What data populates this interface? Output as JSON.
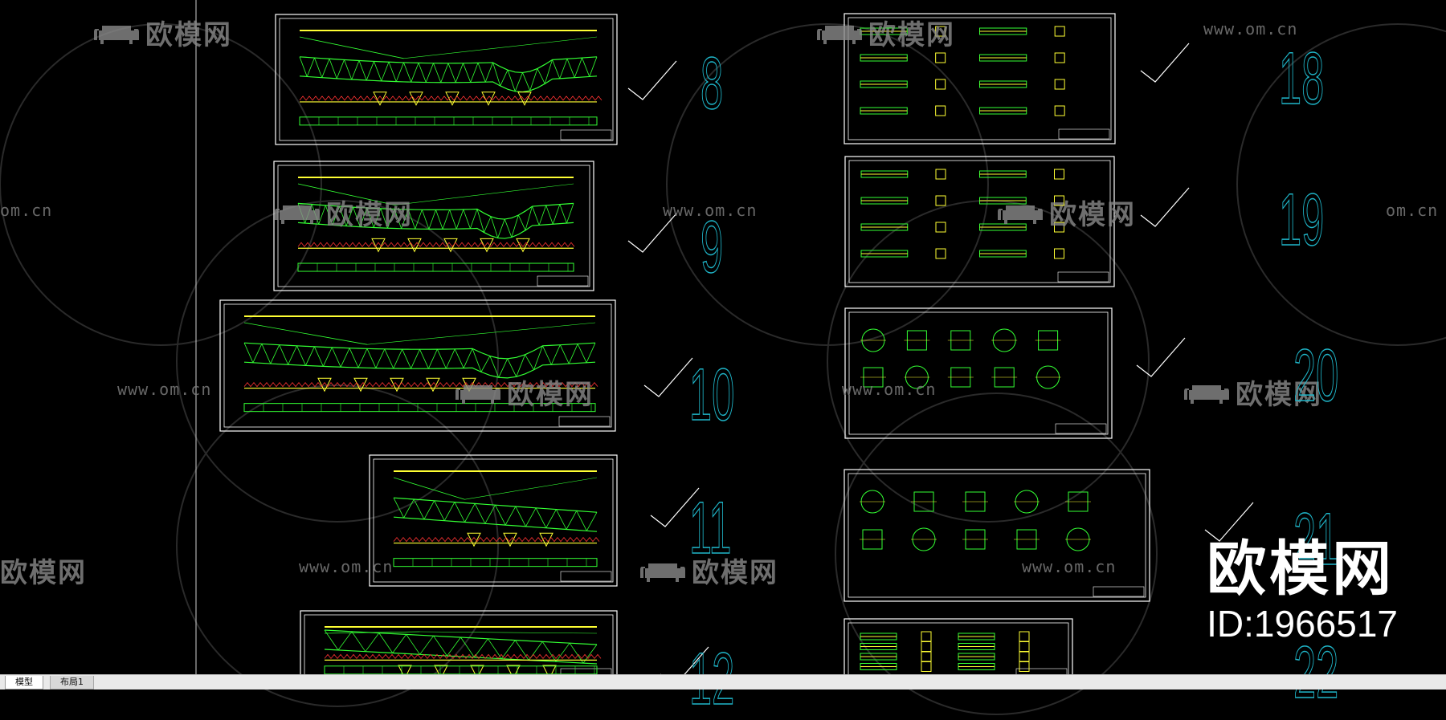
{
  "watermarks": {
    "url_text": "www.om.cn",
    "url_text_cut": "om.cn",
    "logo_text": "欧模网",
    "logo_text_cut": "欧模网"
  },
  "brand": {
    "name": "欧模网",
    "id": "ID:1966517"
  },
  "sheet_numbers": [
    "8",
    "9",
    "10",
    "11",
    "12",
    "18",
    "19",
    "20",
    "21",
    "22"
  ],
  "tabs": [
    {
      "label": "模型",
      "active": true
    },
    {
      "label": "布局1",
      "active": false
    }
  ],
  "colors": {
    "frame": "#ffffff",
    "drawing_line": "#33ff33",
    "detail_line": "#ffff33",
    "accent": "#ff3333",
    "sheet_number": "#1fb6c9",
    "checkmark": "#ffffff"
  }
}
